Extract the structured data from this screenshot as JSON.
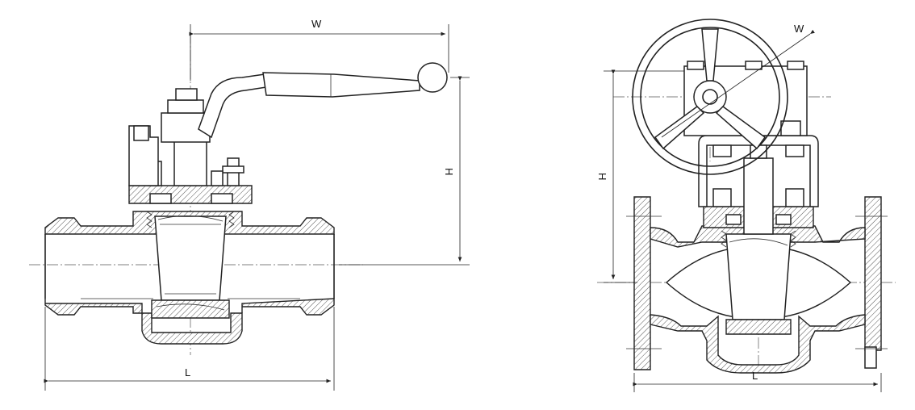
{
  "left_view": {
    "dim_w_label": "W",
    "dim_h_label": "H",
    "dim_l_label": "L"
  },
  "right_view": {
    "dim_w_label": "W",
    "dim_h_label": "H",
    "dim_l_label": "L"
  }
}
